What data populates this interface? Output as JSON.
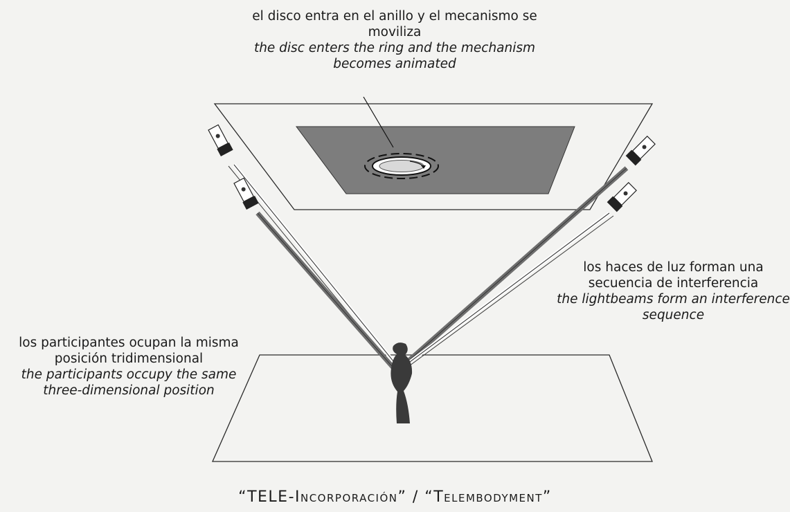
{
  "captions": {
    "top": {
      "es": "el disco entra en el anillo y el mecanismo se moviliza",
      "en": "the disc enters the ring and the mechanism becomes animated"
    },
    "right": {
      "es": "los haces de luz forman una secuencia de interferencia",
      "en": "the lightbeams form an interference sequence"
    },
    "left": {
      "es": "los participantes ocupan la misma posición tridimensional",
      "en": "the participants occupy the same three-dimensional position"
    }
  },
  "title": "“TELE-Incorporación” / “Telembodyment”",
  "colors": {
    "background": "#f3f3f1",
    "upper_panel": "#7d7d7d",
    "beam_dark": "#6e6e6e",
    "figure": "#3a3a3a",
    "line": "#2a2a2a"
  },
  "icons": [
    "projector-icon",
    "disc-ring-icon",
    "participant-figure-icon"
  ]
}
